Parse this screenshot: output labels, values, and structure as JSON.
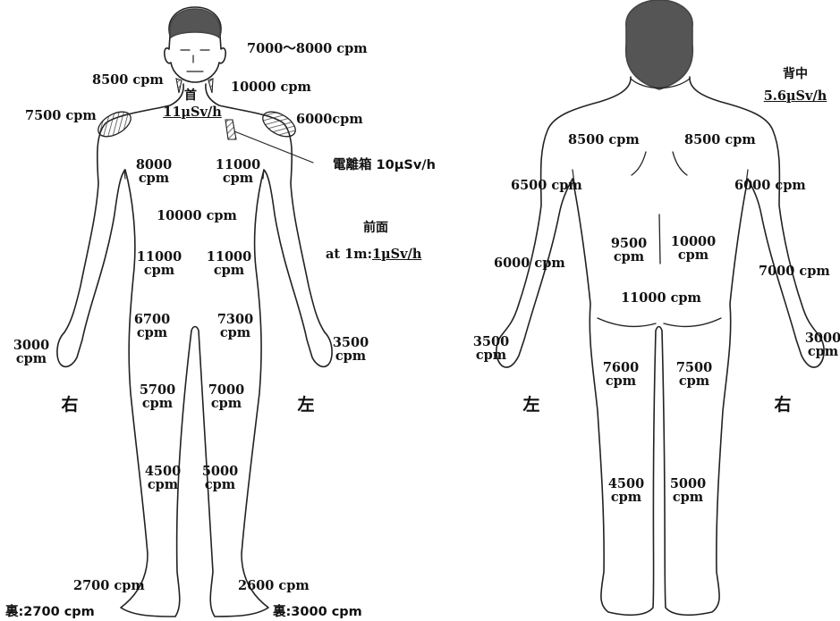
{
  "front": {
    "neck_title": "首",
    "neck_value": "11µSv/h",
    "side_label": "前面",
    "side_value_prefix": "at 1m:",
    "side_value": "1µSv/h",
    "ion_chamber": "電離箱 10µSv/h",
    "head_right": "7000〜8000 cpm",
    "neck_left": "8500 cpm",
    "neck_right": "10000 cpm",
    "shoulder_left": "7500 cpm",
    "shoulder_right": "6000cpm",
    "chest_left": "8000\ncpm",
    "chest_right": "11000\ncpm",
    "chest_center": "10000 cpm",
    "abdomen_left": "11000\ncpm",
    "abdomen_right": "11000\ncpm",
    "thigh_left": "6700\ncpm",
    "thigh_right": "7300\ncpm",
    "knee_left": "5700\ncpm",
    "knee_right": "7000\ncpm",
    "shin_left": "4500\ncpm",
    "shin_right": "5000\ncpm",
    "hand_left": "3000\ncpm",
    "hand_right": "3500\ncpm",
    "foot_left": "2700 cpm",
    "foot_right": "2600 cpm",
    "sole_left": "裏:2700 cpm",
    "sole_right": "裏:3000 cpm",
    "side_marker_left": "右",
    "side_marker_right": "左"
  },
  "back": {
    "title": "背中",
    "value": "5.6µSv/h",
    "upper_left": "8500 cpm",
    "upper_right": "8500 cpm",
    "arm_upper_left": "6500 cpm",
    "arm_upper_right": "6000 cpm",
    "back_mid_left": "9500\ncpm",
    "back_mid_right": "10000\ncpm",
    "arm_lower_left": "6000 cpm",
    "arm_lower_right": "7000 cpm",
    "lower_back": "11000 cpm",
    "hand_left": "3500\ncpm",
    "hand_right": "3000\ncpm",
    "thigh_left": "7600\ncpm",
    "thigh_right": "7500\ncpm",
    "shin_left": "4500\ncpm",
    "shin_right": "5000\ncpm",
    "side_marker_left": "左",
    "side_marker_right": "右"
  }
}
